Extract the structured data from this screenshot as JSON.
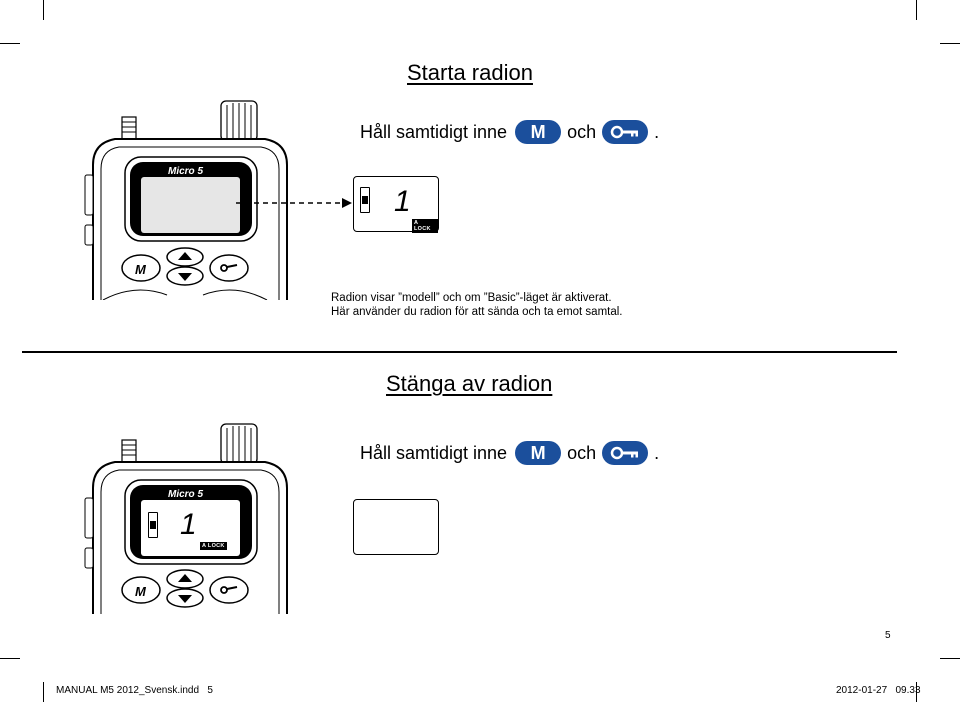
{
  "section1": {
    "title": "Starta radion",
    "instruction": {
      "prefix": "Håll samtidigt inne",
      "m_button": "M",
      "conjunction": "och",
      "suffix": "."
    },
    "radio_label": "Micro 5",
    "display_channel": "1",
    "display_lock": "LOCK",
    "display_lock_prefix": "A",
    "caption_line1": "Radion visar ”modell” och om ”Basic”-läget är aktiverat.",
    "caption_line2": "Här använder du radion för att sända och ta emot samtal."
  },
  "section2": {
    "title": "Stänga av radion",
    "instruction": {
      "prefix": "Håll samtidigt inne",
      "m_button": "M",
      "conjunction": "och",
      "suffix": "."
    },
    "radio_label": "Micro 5",
    "display_channel": "1",
    "display_lock": "LOCK",
    "display_lock_prefix": "A"
  },
  "page_number": "5",
  "footer": {
    "file": "MANUAL M5 2012_Svensk.indd   5",
    "date": "2012-01-27   09.33"
  },
  "colors": {
    "button_blue": "#1b4f9c"
  },
  "icons": {
    "key": "key-icon",
    "battery": "battery-icon"
  }
}
